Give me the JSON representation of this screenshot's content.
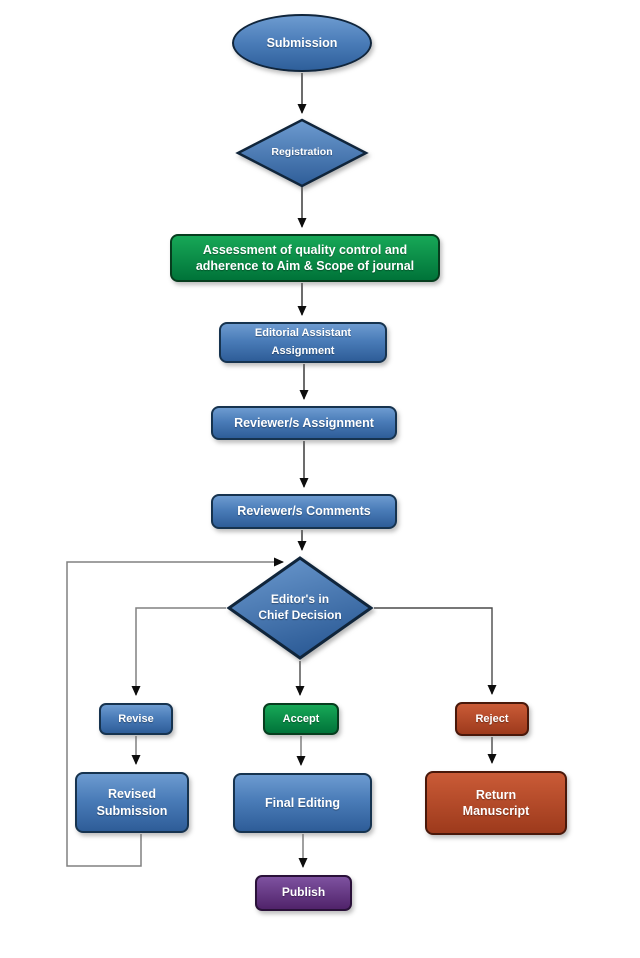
{
  "diagram_type": "flowchart",
  "colors": {
    "process_blue_top": "#6d9bd0",
    "process_blue_bottom": "#2e5d98",
    "process_blue_border": "#16334f",
    "assessment_green_top": "#17a857",
    "assessment_green_bottom": "#007339",
    "reject_red_top": "#ca5b37",
    "reject_red_bottom": "#9d3a1c",
    "publish_purple_top": "#7e52a0",
    "publish_purple_bottom": "#50236a",
    "main_line": "#2e2e2e",
    "branch_line": "#808080",
    "arrowhead": "#0d0d0d",
    "label_text": "#ffffff",
    "background": "#ffffff"
  },
  "nodes": [
    {
      "id": "submission",
      "shape": "ellipse",
      "color": "blue",
      "label": "Submission"
    },
    {
      "id": "registration",
      "shape": "diamond",
      "color": "blue",
      "label": "Registration"
    },
    {
      "id": "assessment",
      "shape": "rect",
      "color": "green",
      "label": "Assessment of quality  control and\nadherence to Aim & Scope of journal"
    },
    {
      "id": "editorial-assistant-assignment",
      "shape": "rect",
      "color": "blue",
      "label": "Editorial Assistant\nAssignment"
    },
    {
      "id": "reviewers-assignment",
      "shape": "rect",
      "color": "blue",
      "label": "Reviewer/s Assignment"
    },
    {
      "id": "reviewers-comments",
      "shape": "rect",
      "color": "blue",
      "label": "Reviewer/s Comments"
    },
    {
      "id": "editors-in-chief-decision",
      "shape": "diamond",
      "color": "blue",
      "label": "Editor's in\nChief Decision"
    },
    {
      "id": "revise",
      "shape": "rect",
      "color": "blue",
      "label": "Revise"
    },
    {
      "id": "accept",
      "shape": "rect",
      "color": "green",
      "label": "Accept"
    },
    {
      "id": "reject",
      "shape": "rect",
      "color": "red",
      "label": "Reject"
    },
    {
      "id": "revised-submission",
      "shape": "rect",
      "color": "blue",
      "label": "Revised\nSubmission"
    },
    {
      "id": "final-editing",
      "shape": "rect",
      "color": "blue",
      "label": "Final Editing"
    },
    {
      "id": "return-manuscript",
      "shape": "rect",
      "color": "red",
      "label": "Return\nManuscript"
    },
    {
      "id": "publish",
      "shape": "rect",
      "color": "purple",
      "label": "Publish"
    }
  ],
  "edges": [
    "submission -> registration",
    "registration -> assessment",
    "assessment -> editorial-assistant-assignment",
    "editorial-assistant-assignment -> reviewers-assignment",
    "reviewers-assignment -> reviewers-comments",
    "reviewers-comments -> editors-in-chief-decision",
    "editors-in-chief-decision -> revise",
    "editors-in-chief-decision -> accept",
    "editors-in-chief-decision -> reject",
    "revise -> revised-submission",
    "accept -> final-editing",
    "reject -> return-manuscript",
    "final-editing -> publish",
    "revised-submission -> editors-in-chief-decision (loop back)"
  ]
}
